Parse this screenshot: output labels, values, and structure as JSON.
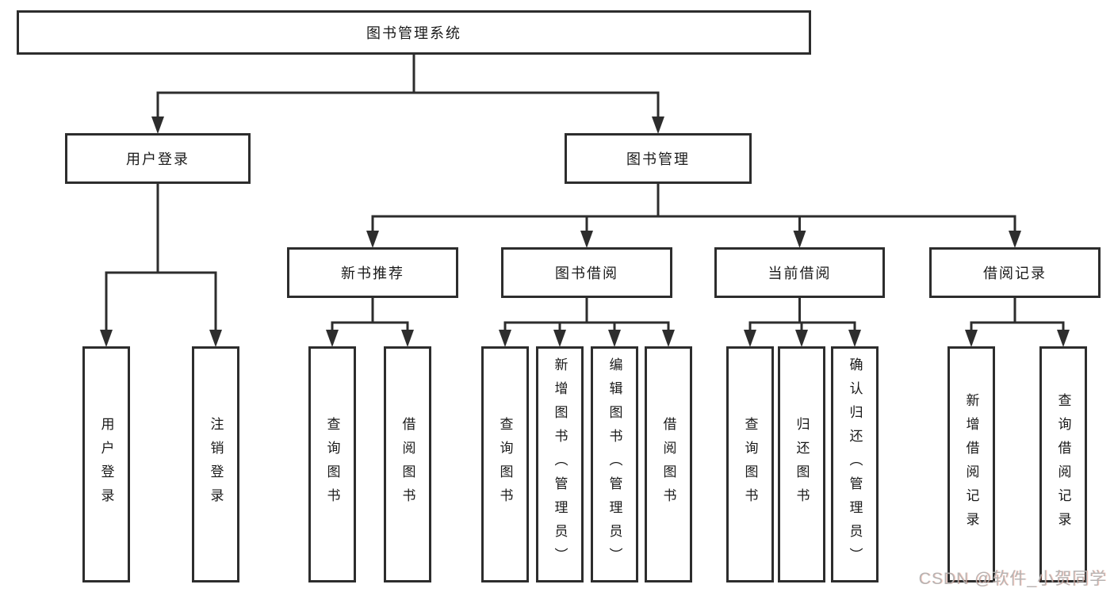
{
  "diagram_title": "图书管理系统",
  "nodes": [
    {
      "id": "root",
      "label": "图书管理系统",
      "orientation": "h"
    },
    {
      "id": "login",
      "label": "用户登录",
      "orientation": "h"
    },
    {
      "id": "mgmt",
      "label": "图书管理",
      "orientation": "h"
    },
    {
      "id": "newbooks",
      "label": "新书推荐",
      "orientation": "h"
    },
    {
      "id": "borrow",
      "label": "图书借阅",
      "orientation": "h"
    },
    {
      "id": "current",
      "label": "当前借阅",
      "orientation": "h"
    },
    {
      "id": "records",
      "label": "借阅记录",
      "orientation": "h"
    },
    {
      "id": "login-user",
      "label": "用户登录",
      "orientation": "v"
    },
    {
      "id": "login-logout",
      "label": "注销登录",
      "orientation": "v"
    },
    {
      "id": "nb-query",
      "label": "查询图书",
      "orientation": "v"
    },
    {
      "id": "nb-borrow",
      "label": "借阅图书",
      "orientation": "v"
    },
    {
      "id": "bb-query",
      "label": "查询图书",
      "orientation": "v"
    },
    {
      "id": "bb-add",
      "label": "新增图书（管理员）",
      "orientation": "v"
    },
    {
      "id": "bb-edit",
      "label": "编辑图书（管理员）",
      "orientation": "v"
    },
    {
      "id": "bb-borrow",
      "label": "借阅图书",
      "orientation": "v"
    },
    {
      "id": "cb-query",
      "label": "查询图书",
      "orientation": "v"
    },
    {
      "id": "cb-return",
      "label": "归还图书",
      "orientation": "v"
    },
    {
      "id": "cb-confirm",
      "label": "确认归还（管理员）",
      "orientation": "v"
    },
    {
      "id": "br-add",
      "label": "新增借阅记录",
      "orientation": "v"
    },
    {
      "id": "br-query",
      "label": "查询借阅记录",
      "orientation": "v"
    }
  ],
  "edges": [
    {
      "from": "root",
      "to": [
        "login",
        "mgmt"
      ]
    },
    {
      "from": "login",
      "to": [
        "login-user",
        "login-logout"
      ]
    },
    {
      "from": "mgmt",
      "to": [
        "newbooks",
        "borrow",
        "current",
        "records"
      ]
    },
    {
      "from": "newbooks",
      "to": [
        "nb-query",
        "nb-borrow"
      ]
    },
    {
      "from": "borrow",
      "to": [
        "bb-query",
        "bb-add",
        "bb-edit",
        "bb-borrow"
      ]
    },
    {
      "from": "current",
      "to": [
        "cb-query",
        "cb-return",
        "cb-confirm"
      ]
    },
    {
      "from": "records",
      "to": [
        "br-add",
        "br-query"
      ]
    }
  ],
  "watermark": "CSDN @软件_小贺同学",
  "colors": {
    "line": "#2d2d2d",
    "border": "#2d2d2d",
    "text": "#1a1a1a",
    "watermark": "#b0b0b0"
  }
}
